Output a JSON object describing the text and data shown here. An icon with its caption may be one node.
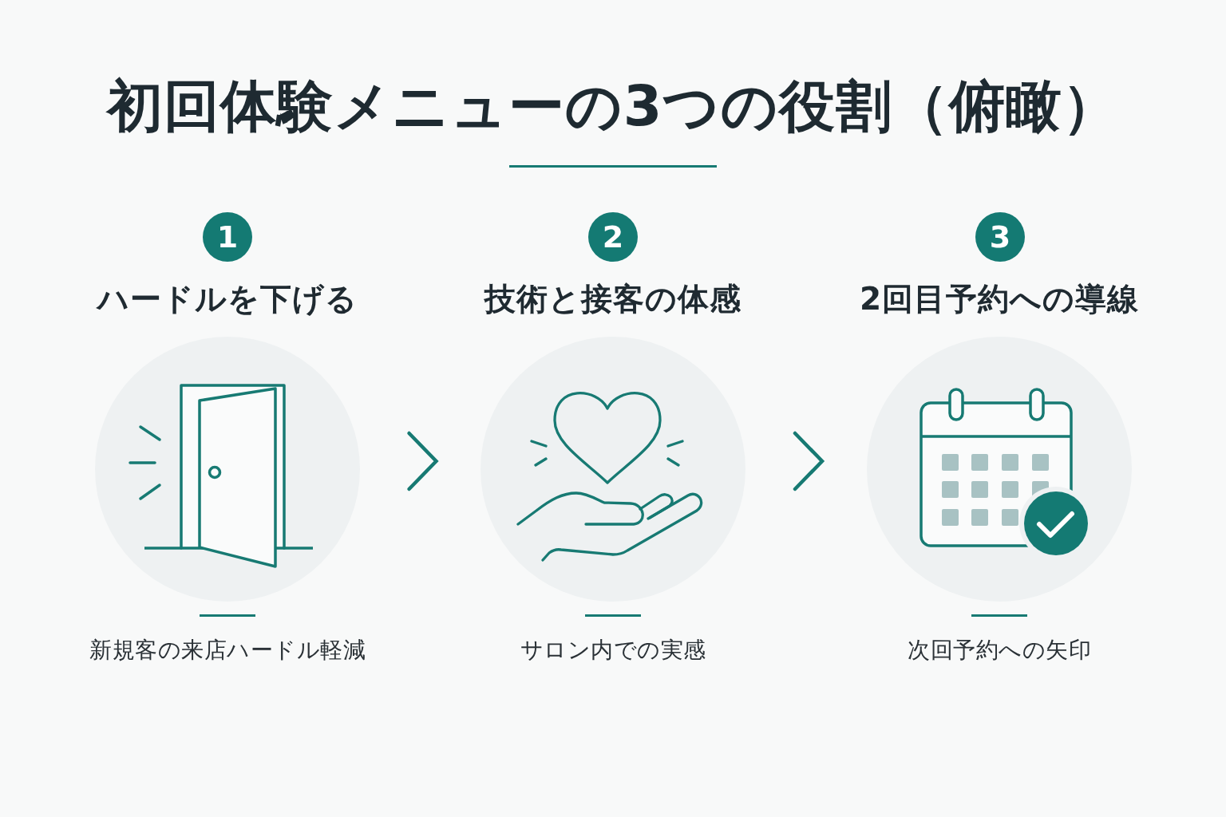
{
  "diagram": {
    "title": "初回体験メニューの3つの役割（俯瞰）",
    "nodes": [
      {
        "text": [
          "1"
        ]
      },
      {
        "text": [],
        "shape": "circle",
        "beside": [
          "ハードルを下げる",
          "新規客の来店ハードル軽減"
        ]
      },
      {
        "text": [
          "2"
        ]
      },
      {
        "text": [],
        "shape": "circle",
        "beside": [
          "技術と接客の体感",
          "サロン内での実感"
        ]
      },
      {
        "text": [
          "3"
        ]
      },
      {
        "text": [],
        "shape": "circle",
        "beside": [
          "2回目予約への導線",
          "次回予約への矢印"
        ]
      }
    ],
    "edges": [
      {
        "from": 1,
        "to": 3,
        "arrow": "to"
      },
      {
        "from": 3,
        "to": 5,
        "arrow": "to"
      }
    ]
  }
}
